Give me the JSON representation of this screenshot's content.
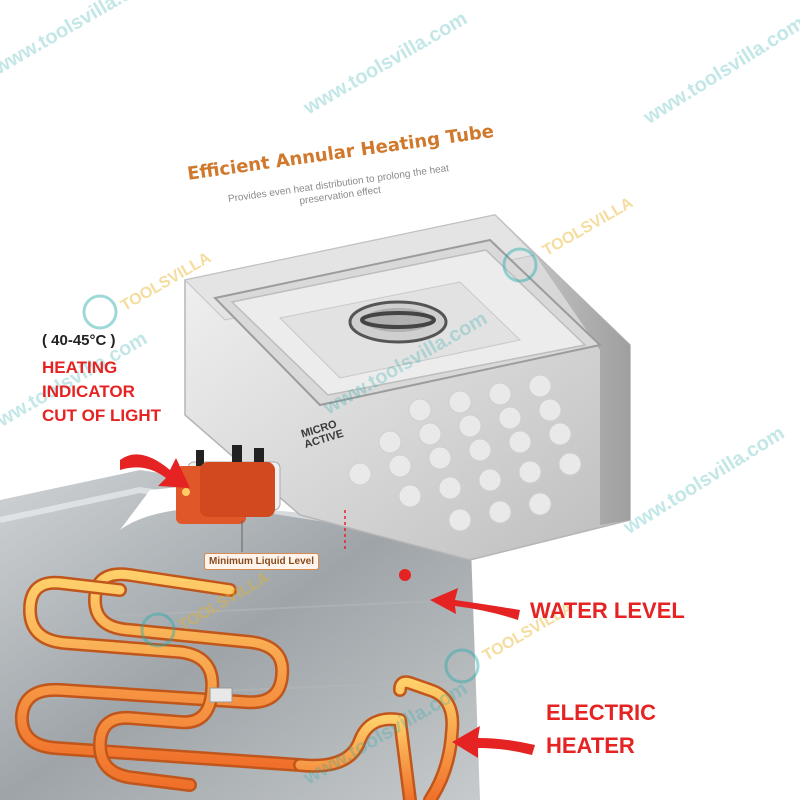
{
  "product": {
    "headline": "Efficient Annular Heating Tube",
    "subheadline": "Provides even heat distribution to prolong the heat preservation effect",
    "brand_mark": [
      "MICRO",
      "ACTIVE"
    ]
  },
  "callouts": {
    "temperature": "( 40-45°C )",
    "heating_indicator": [
      "HEATING",
      "INDICATOR",
      "CUT OF LIGHT"
    ],
    "min_liquid_level": "Minimum Liquid Level",
    "water_level": "WATER LEVEL",
    "electric_heater": [
      "ELECTRIC",
      "HEATER"
    ]
  },
  "watermark": {
    "site": "www.toolsvilla.com",
    "logo": "TOOLSVILLA"
  },
  "colors": {
    "callout_red": "#e52323",
    "headline_orange": "#d0782c",
    "watermark_teal": "#28aaaa",
    "heater_orange": "#f29a2e"
  }
}
